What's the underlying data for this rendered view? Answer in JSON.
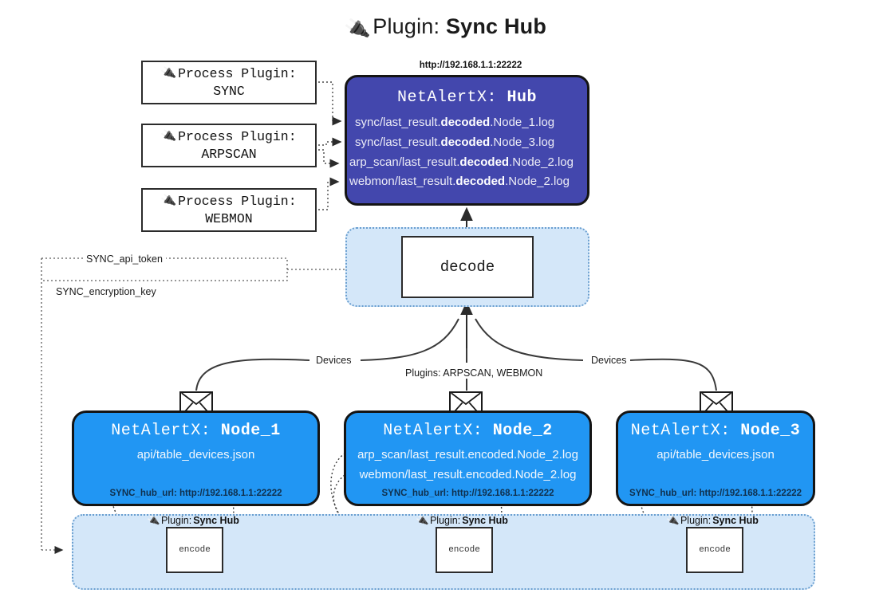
{
  "title": {
    "icon": "plug-icon",
    "lead": "Plugin: ",
    "strong": "Sync Hub",
    "glyph": "🔌"
  },
  "colors": {
    "hub_fill": "#4347ad",
    "node_fill": "#2196f3",
    "container_fill": "#d4e7f9",
    "container_border": "#6a9fd0",
    "outline": "#141414"
  },
  "process_plugins": [
    {
      "name": "process-plugin-sync",
      "line1": "Process Plugin:",
      "line2": "SYNC"
    },
    {
      "name": "process-plugin-arpscan",
      "line1": "Process Plugin:",
      "line2": "ARPSCAN"
    },
    {
      "name": "process-plugin-webmon",
      "line1": "Process Plugin:",
      "line2": "WEBMON"
    }
  ],
  "hub": {
    "url": "http://192.168.1.1:22222",
    "title_prefix": "NetAlertX: ",
    "title_name": "Hub",
    "rows": [
      {
        "pre": "sync/last_result.",
        "bold": "decoded",
        "post": ".Node_1.log"
      },
      {
        "pre": "sync/last_result.",
        "bold": "decoded",
        "post": ".Node_3.log"
      },
      {
        "pre": "arp_scan/last_result.",
        "bold": "decoded",
        "post": ".Node_2.log"
      },
      {
        "pre": "webmon/last_result.",
        "bold": "decoded",
        "post": ".Node_2.log"
      }
    ]
  },
  "decode": {
    "label": "decode"
  },
  "edge_labels": {
    "devices_left": "Devices",
    "devices_right": "Devices",
    "plugins": "Plugins: ARPSCAN, WEBMON",
    "api_token": "SYNC_api_token",
    "encryption_key": "SYNC_encryption_key"
  },
  "nodes": [
    {
      "name": "node-1",
      "title_prefix": "NetAlertX: ",
      "title_name": "Node_1",
      "lines": [
        "api/table_devices.json"
      ],
      "footer": "SYNC_hub_url: http://192.168.1.1:22222"
    },
    {
      "name": "node-2",
      "title_prefix": "NetAlertX: ",
      "title_name": "Node_2",
      "lines": [
        "arp_scan/last_result.encoded.Node_2.log",
        "webmon/last_result.encoded.Node_2.log"
      ],
      "footer": "SYNC_hub_url: http://192.168.1.1:22222"
    },
    {
      "name": "node-3",
      "title_prefix": "NetAlertX: ",
      "title_name": "Node_3",
      "lines": [
        "api/table_devices.json"
      ],
      "footer": "SYNC_hub_url: http://192.168.1.1:22222"
    }
  ],
  "encoders": [
    {
      "name": "encoder-1",
      "plugin_lead": "Plugin: ",
      "plugin_name": "Sync Hub",
      "label": "encode"
    },
    {
      "name": "encoder-2",
      "plugin_lead": "Plugin: ",
      "plugin_name": "Sync Hub",
      "label": "encode"
    },
    {
      "name": "encoder-3",
      "plugin_lead": "Plugin: ",
      "plugin_name": "Sync Hub",
      "label": "encode"
    }
  ]
}
